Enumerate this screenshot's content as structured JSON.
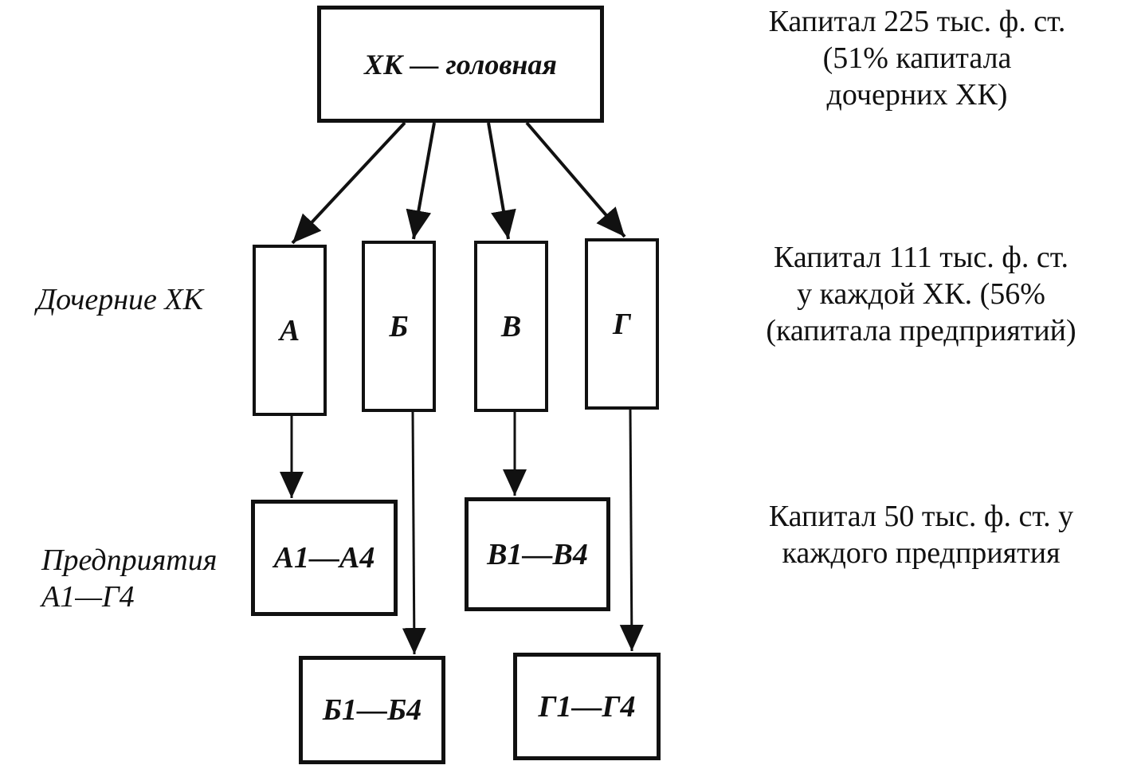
{
  "head": {
    "label": "ХК — головная",
    "note": [
      "Капитал 225 тыс. ф. ст.",
      "(51% капитала",
      "дочерних ХК)"
    ]
  },
  "subsidiaries": {
    "label": "Дочерние ХК",
    "items": [
      {
        "label": "А"
      },
      {
        "label": "Б"
      },
      {
        "label": "В"
      },
      {
        "label": "Г"
      }
    ],
    "note": [
      "Капитал 111 тыс. ф. ст.",
      "у каждой ХК. (56%",
      "(капитала предприятий)"
    ]
  },
  "enterprises": {
    "label": [
      "Предприятия",
      "А1—Г4"
    ],
    "items": [
      {
        "label": "А1—А4"
      },
      {
        "label": "Б1—Б4"
      },
      {
        "label": "В1—В4"
      },
      {
        "label": "Г1—Г4"
      }
    ],
    "note": [
      "Капитал 50 тыс. ф. ст. у",
      "каждого предприятия"
    ]
  }
}
